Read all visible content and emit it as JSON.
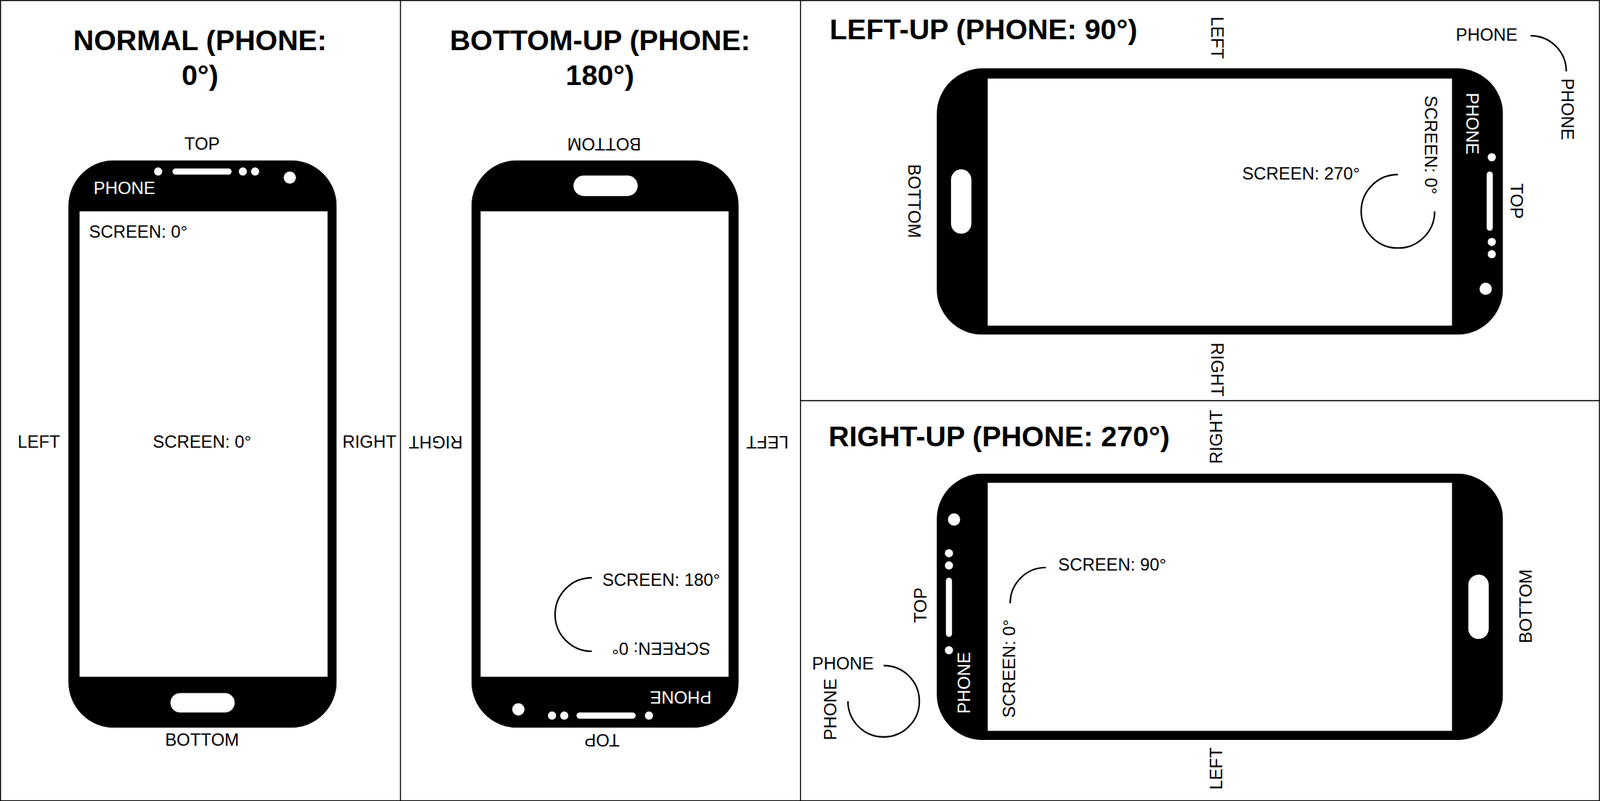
{
  "diagram": {
    "nodes": [
      {
        "text": [
          "NORMAL (PHONE: 0°)"
        ]
      },
      {
        "text": [
          "PHONE"
        ],
        "in": 0
      },
      {
        "text": [
          "SCREEN: 0°",
          "SCREEN: 0°"
        ],
        "in": 1
      },
      {
        "text": [
          "BOTTOM-UP (PHONE: 180°)"
        ]
      },
      {
        "text": [
          "PHONE"
        ],
        "in": 3
      },
      {
        "text": [
          "SCREEN: 180°",
          "SCREEN: 0°"
        ],
        "in": 4
      },
      {
        "text": [
          "LEFT-UP (PHONE: 90°)"
        ]
      },
      {
        "text": [
          "PHONE"
        ],
        "in": 6
      },
      {
        "text": [
          "SCREEN: 0°",
          "SCREEN: 270°"
        ],
        "in": 7
      },
      {
        "text": [
          "RIGHT-UP (PHONE: 270°)"
        ]
      },
      {
        "text": [
          "PHONE"
        ],
        "in": 9
      },
      {
        "text": [
          "SCREEN: 90°",
          "SCREEN: 0°"
        ],
        "in": 10
      }
    ],
    "labels": [
      "TOP",
      "LEFT",
      "RIGHT",
      "BOTTOM",
      "BOTTOM",
      "RIGHT",
      "LEFT",
      "TOP",
      "LEFT",
      "PHONE",
      "PHONE",
      "BOTTOM",
      "TOP",
      "RIGHT",
      "RIGHT",
      "TOP",
      "PHONE",
      "PHONE",
      "BOTTOM",
      "LEFT"
    ]
  }
}
